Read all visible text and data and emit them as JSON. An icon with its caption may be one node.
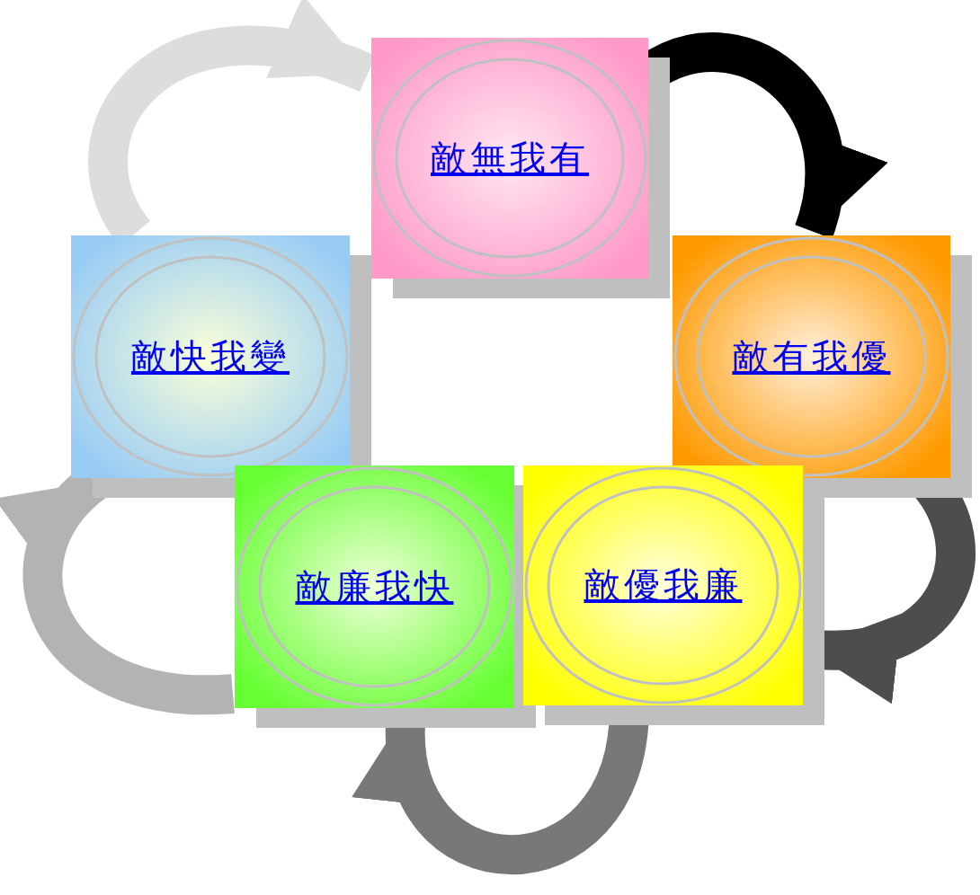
{
  "diagram": {
    "nodes": [
      {
        "text": [
          "敵無我有"
        ]
      },
      {
        "text": [
          "敵快我變"
        ]
      },
      {
        "text": [
          "敵有我優"
        ]
      },
      {
        "text": [
          "敵廉我快"
        ]
      },
      {
        "text": [
          "敵優我廉"
        ]
      }
    ],
    "edges": [
      {
        "from": 0,
        "to": 2,
        "arrow": "to",
        "color": "#000000"
      },
      {
        "from": 2,
        "to": 4,
        "arrow": "to",
        "color": "#4d4d4d"
      },
      {
        "from": 4,
        "to": 3,
        "arrow": "to",
        "color": "#787878"
      },
      {
        "from": 3,
        "to": 1,
        "arrow": "to",
        "color": "#b3b3b3"
      },
      {
        "from": 1,
        "to": 0,
        "arrow": "to",
        "color": "#dddddd"
      }
    ]
  }
}
